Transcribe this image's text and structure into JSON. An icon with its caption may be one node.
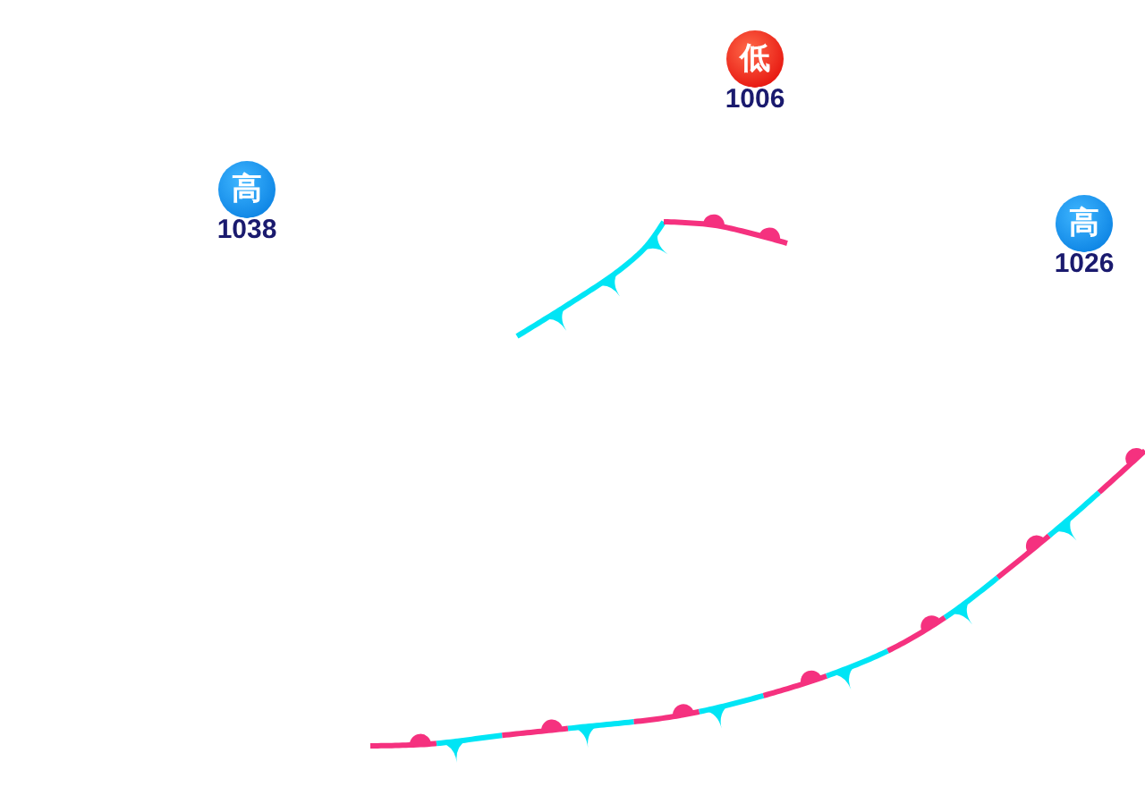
{
  "diagram": {
    "nodes": [
      {
        "text": [
          "低"
        ],
        "beside": [
          "1006"
        ]
      },
      {
        "text": [
          "高"
        ],
        "beside": [
          "1038"
        ]
      },
      {
        "text": [
          "高"
        ],
        "beside": [
          "1026"
        ]
      }
    ]
  }
}
